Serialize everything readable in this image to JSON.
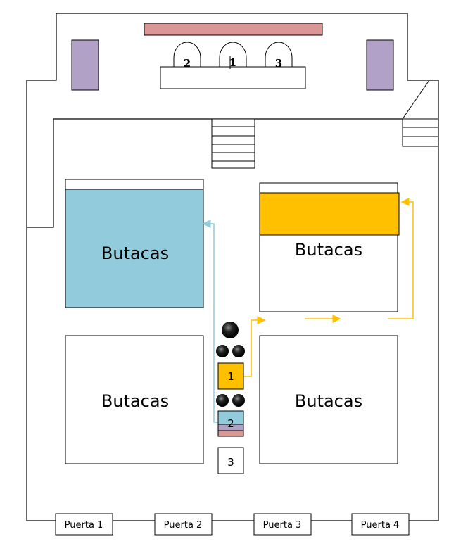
{
  "colors": {
    "blue": "#92ccdc",
    "yellow": "#ffc000",
    "pink": "#d99795",
    "purple": "#b2a1c7",
    "dark": "#1a1a1a"
  },
  "stage": {
    "arches": [
      "2",
      "1",
      "3"
    ]
  },
  "seating": {
    "top_left": "Butacas",
    "top_right": "Butacas",
    "bottom_left": "Butacas",
    "bottom_right": "Butacas"
  },
  "center": {
    "box1": "1",
    "box2": "2",
    "box3": "3"
  },
  "doors": [
    "Puerta 1",
    "Puerta 2",
    "Puerta 3",
    "Puerta 4"
  ]
}
